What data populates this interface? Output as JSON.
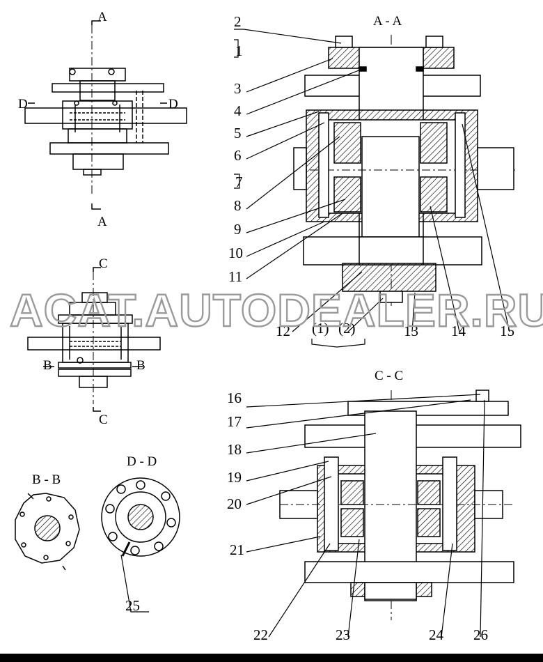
{
  "section_labels": {
    "a_top": "A",
    "a_bottom": "A",
    "d_left": "D",
    "d_right": "D",
    "c_top": "C",
    "c_bottom": "C",
    "b_left": "B",
    "b_right": "B",
    "aa_title": "A - A",
    "cc_title": "C - C",
    "bb_title": "B - B",
    "dd_title": "D - D"
  },
  "callouts": [
    "1",
    "2",
    "3",
    "4",
    "5",
    "6",
    "7",
    "8",
    "9",
    "10",
    "11",
    "12",
    "(1)",
    "(2)",
    "13",
    "14",
    "15",
    "16",
    "17",
    "18",
    "19",
    "20",
    "21",
    "22",
    "23",
    "24",
    "25",
    "26"
  ],
  "watermark": "ACAT.AUTODEALER.RU",
  "colors": {
    "ink": "#000000",
    "paper": "#ffffff",
    "watermark": "#9a9a9a"
  }
}
